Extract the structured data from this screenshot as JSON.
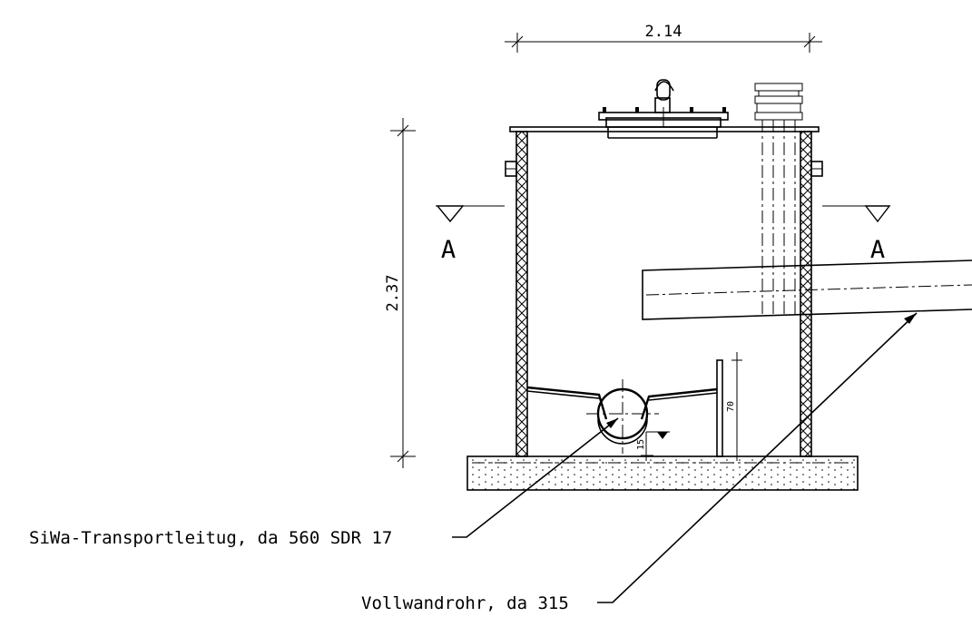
{
  "dimensions": {
    "top_width": "2.14",
    "height": "2.37",
    "wall_height": "70",
    "invert_offset": "15"
  },
  "section_markers": {
    "left": "A",
    "right": "A"
  },
  "labels": {
    "transport_pipe": "SiWa-Transportleitug, da 560 SDR 17",
    "solid_pipe": "Vollwandrohr, da 315"
  }
}
